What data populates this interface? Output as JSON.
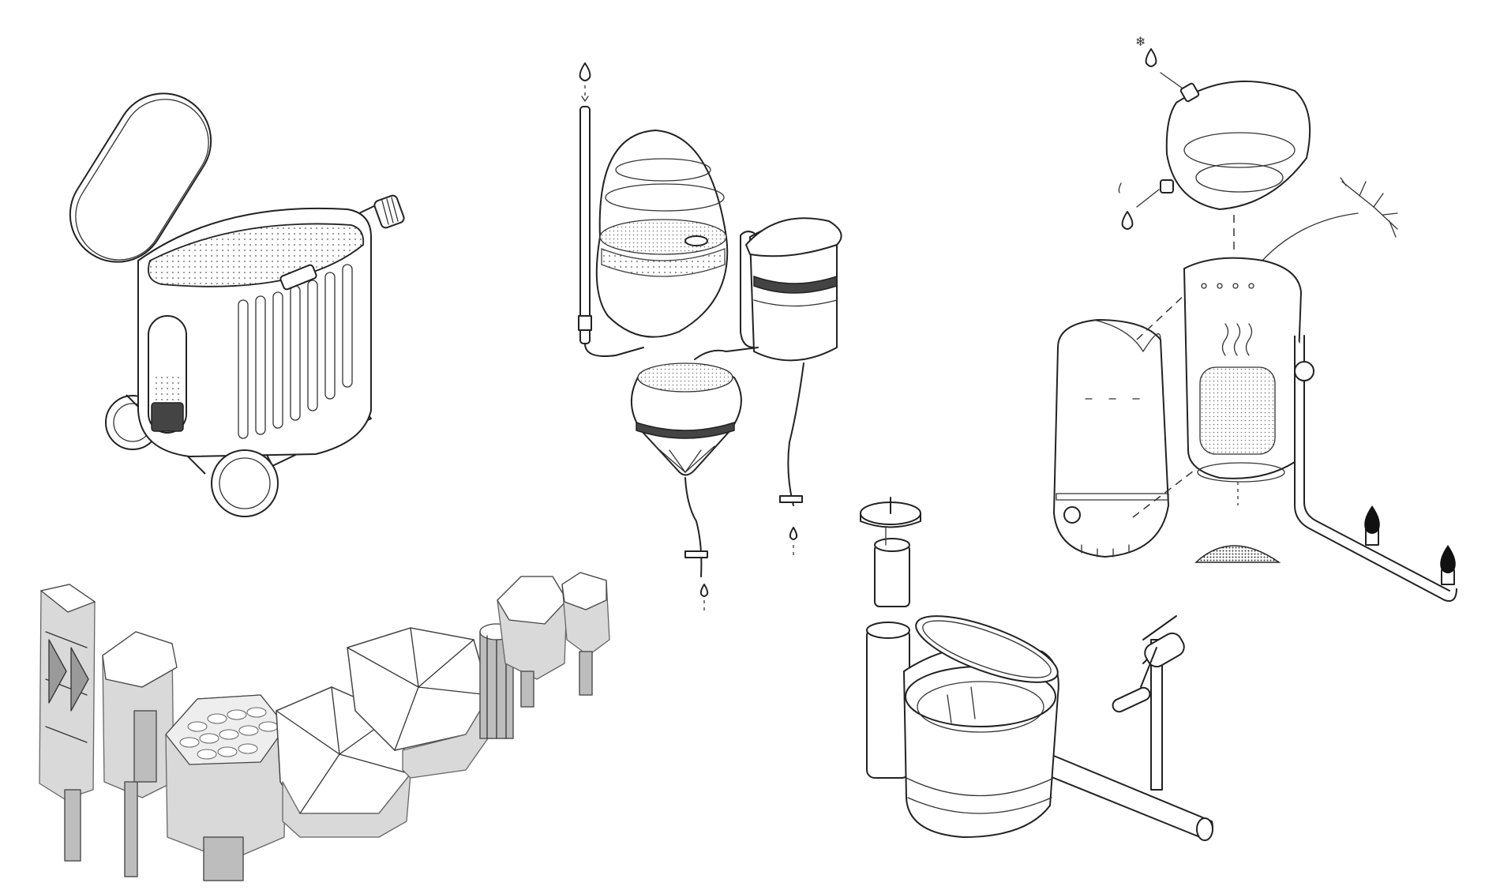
{
  "diagram": {
    "background_color": "#ffffff",
    "line_color": "#222222",
    "shade_color": "#bdbdbd",
    "components": [
      {
        "id": "cart-composter",
        "icon": "wheeled-bin-with-open-lid"
      },
      {
        "id": "water-filter-system",
        "icon": "hanging-vessels-with-drip-outlets"
      },
      {
        "id": "gasifier-stove",
        "icon": "exploded-cylinder-stove"
      },
      {
        "id": "hand-crank-toilet",
        "icon": "bowl-with-crank-handle"
      },
      {
        "id": "modular-planters",
        "icon": "hexagonal-pentagonal-columns"
      }
    ],
    "symbols": [
      "water-drop-icon",
      "snowflake-icon",
      "flame-icon",
      "branch-icon",
      "steam-icon"
    ]
  }
}
